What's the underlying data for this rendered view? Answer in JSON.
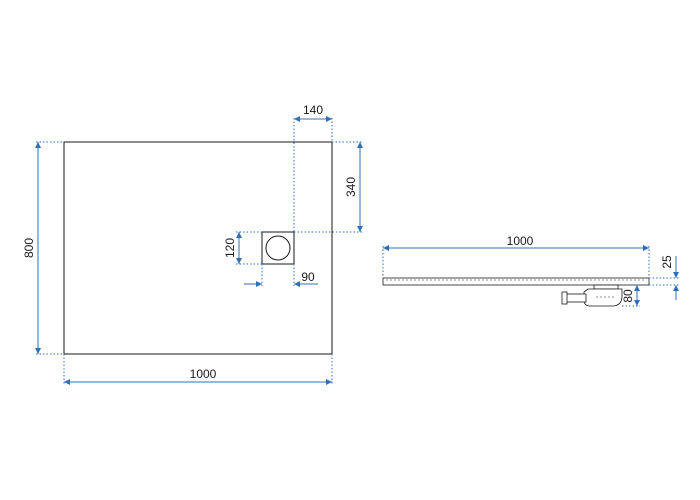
{
  "plan_view": {
    "width_label": "1000",
    "height_label": "800",
    "drain_offset_top_label": "340",
    "drain_offset_right_label": "140",
    "drain_size_label": "120",
    "drain_offset_label": "90"
  },
  "side_view": {
    "length_label": "1000",
    "thickness_label": "25",
    "drain_depth_label": "80"
  },
  "colors": {
    "dimension": "#2f6fb7",
    "outline": "#1a1a1a"
  }
}
